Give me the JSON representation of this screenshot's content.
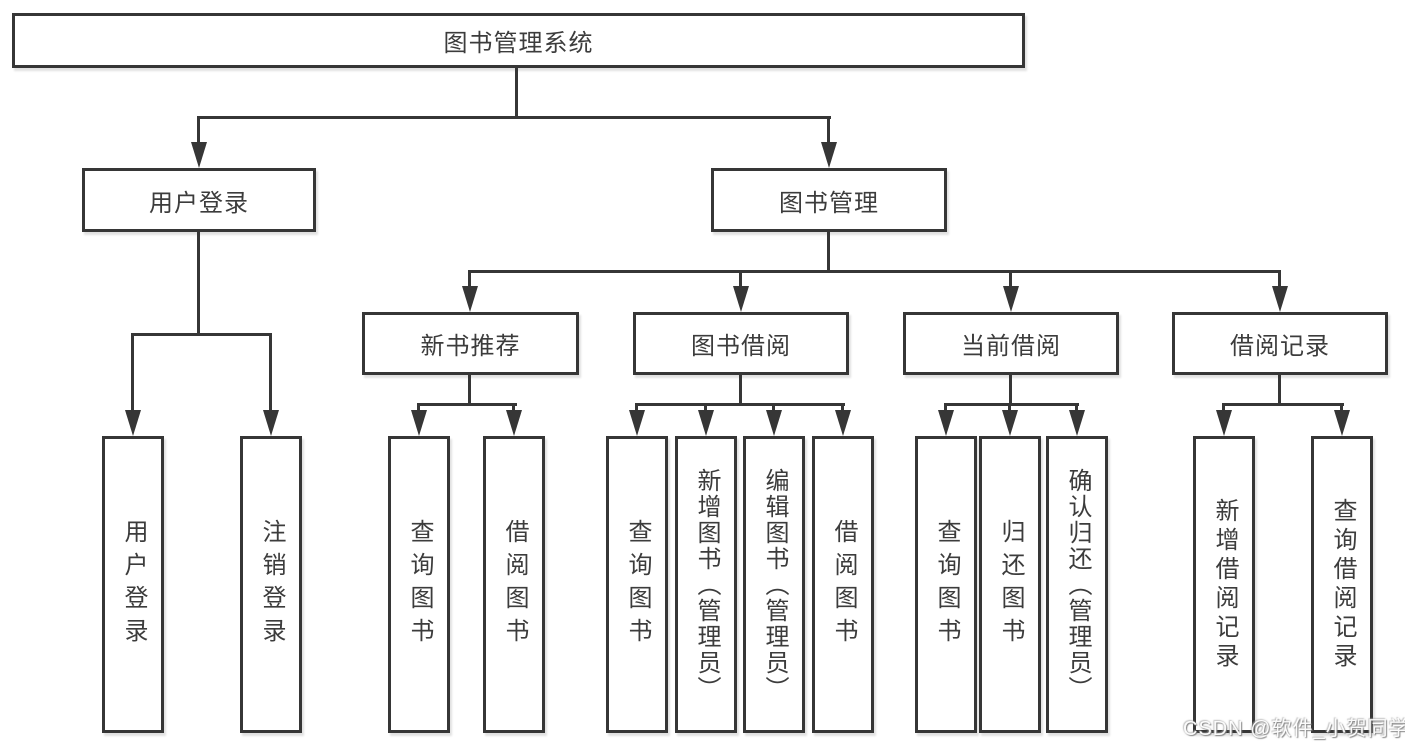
{
  "page": {
    "background": "#ffffff",
    "line_color": "#363636",
    "text_color": "#3c3c3c"
  },
  "diagram": {
    "root": "图书管理系统",
    "level2": {
      "user_login": "用户登录",
      "book_mgmt": "图书管理"
    },
    "level3": {
      "new_book": "新书推荐",
      "book_borrow": "图书借阅",
      "current_borrow": "当前借阅",
      "borrow_record": "借阅记录"
    },
    "leaves": {
      "user_login": [
        "用户登录",
        "注销登录"
      ],
      "new_book": [
        "查询图书",
        "借阅图书"
      ],
      "book_borrow": [
        "查询图书",
        "新增图书（管理员）",
        "编辑图书（管理员）",
        "借阅图书"
      ],
      "current_borrow": [
        "查询图书",
        "归还图书",
        "确认归还（管理员）"
      ],
      "borrow_record": [
        "新增借阅记录",
        "查询借阅记录"
      ]
    }
  },
  "watermark": "CSDN @软件_小贺同学"
}
